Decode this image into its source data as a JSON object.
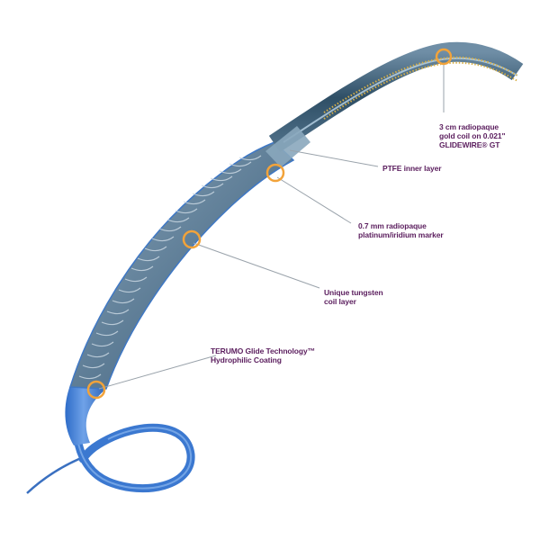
{
  "diagram": {
    "subject": "Guiding catheter cross-section with guidewire",
    "colors": {
      "label_text": "#5b1e5e",
      "callout_ring": "#f2a33a",
      "leader_line": "#9aa3ab",
      "outer_blue": "#3a7bd5",
      "coil_body": "#6c8ba3",
      "guidewire_dark": "#2f4f66",
      "gold_coil": "#d8b048"
    },
    "callouts": [
      {
        "id": "gold-coil",
        "lines": [
          "3 cm radiopaque",
          "gold coil on 0.021\"",
          "GLIDEWIRE® GT"
        ]
      },
      {
        "id": "ptfe",
        "lines": [
          "PTFE inner layer"
        ]
      },
      {
        "id": "marker",
        "lines": [
          "0.7 mm radiopaque",
          "platinum/iridium marker"
        ]
      },
      {
        "id": "tungsten",
        "lines": [
          "Unique tungsten",
          "coil layer"
        ]
      },
      {
        "id": "coating",
        "lines": [
          "TERUMO Glide Technology™",
          "Hydrophilic Coating"
        ]
      }
    ]
  }
}
